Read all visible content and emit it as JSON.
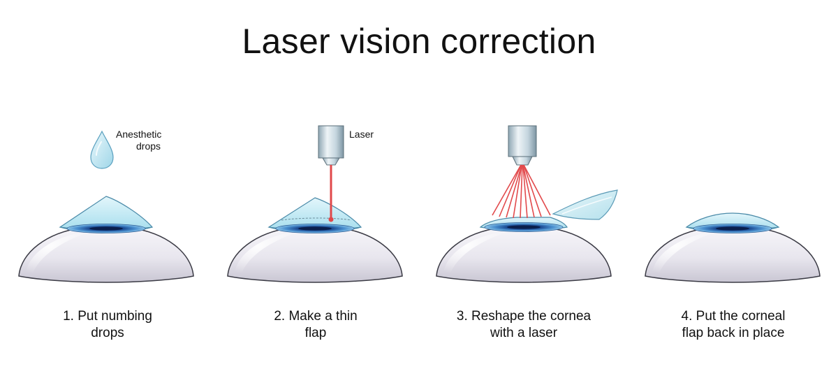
{
  "title": "Laser vision correction",
  "labels": {
    "drops_line1": "Anesthetic",
    "drops_line2": "drops",
    "laser": "Laser"
  },
  "steps": [
    {
      "line1": "1. Put numbing",
      "line2": "drops"
    },
    {
      "line1": "2. Make a thin",
      "line2": "flap"
    },
    {
      "line1": "3. Reshape the cornea",
      "line2": "with a laser"
    },
    {
      "line1": "4. Put the corneal",
      "line2": "flap back in place"
    }
  ],
  "colors": {
    "eye_base": "#e6e4ec",
    "cornea": "#bfe8f2",
    "iris": "#3a7fc0",
    "laser_beam": "#e0484a",
    "laser_head": "#b9ccd6"
  }
}
